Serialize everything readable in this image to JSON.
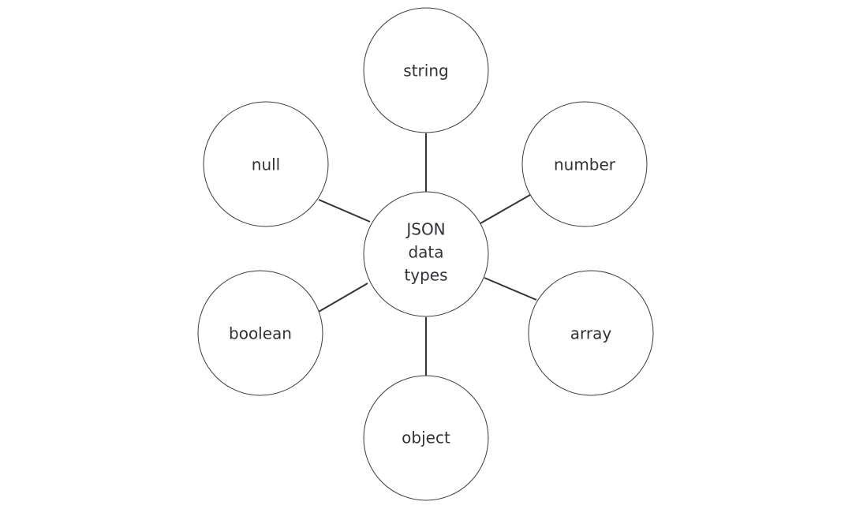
{
  "center": {
    "lines": [
      "JSON",
      "data",
      "types"
    ]
  },
  "nodes": [
    {
      "id": "string",
      "label": "string"
    },
    {
      "id": "number",
      "label": "number"
    },
    {
      "id": "array",
      "label": "array"
    },
    {
      "id": "object",
      "label": "object"
    },
    {
      "id": "boolean",
      "label": "boolean"
    },
    {
      "id": "null",
      "label": "null"
    }
  ],
  "colors": {
    "stroke": "#3a3a3a",
    "text": "#2f3236",
    "background": "#ffffff"
  }
}
